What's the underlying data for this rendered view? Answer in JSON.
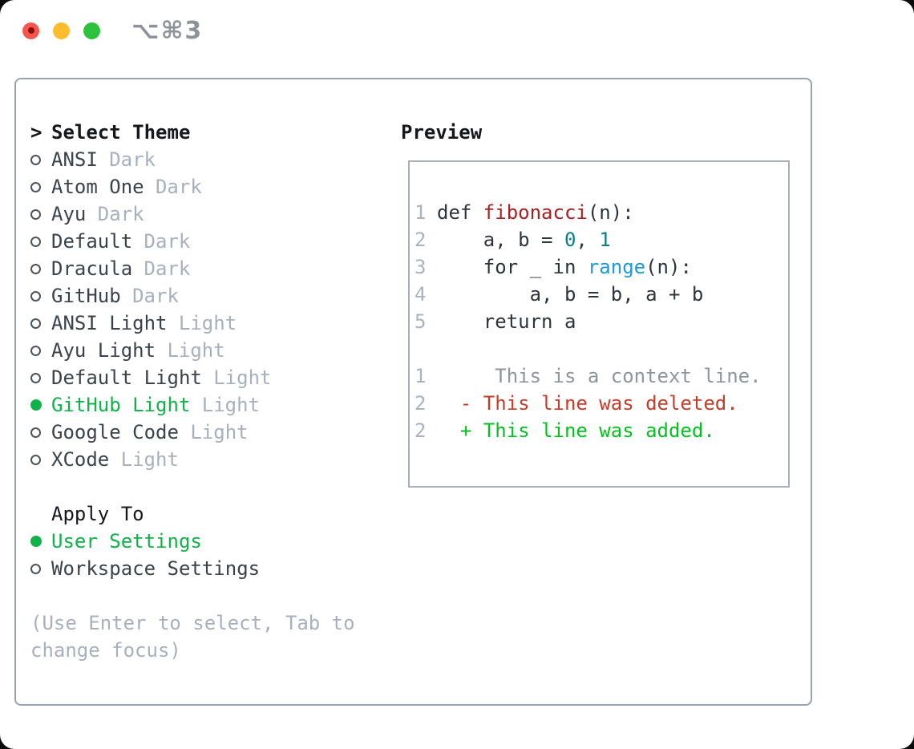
{
  "window": {
    "shortcut": "⌥⌘3",
    "traffic_lights": [
      "close",
      "minimize",
      "zoom"
    ]
  },
  "picker": {
    "prompt": ">",
    "title": "Select Theme",
    "themes": [
      {
        "name": "ANSI",
        "variant": "Dark",
        "selected": false
      },
      {
        "name": "Atom One",
        "variant": "Dark",
        "selected": false
      },
      {
        "name": "Ayu",
        "variant": "Dark",
        "selected": false
      },
      {
        "name": "Default",
        "variant": "Dark",
        "selected": false
      },
      {
        "name": "Dracula",
        "variant": "Dark",
        "selected": false
      },
      {
        "name": "GitHub",
        "variant": "Dark",
        "selected": false
      },
      {
        "name": "ANSI Light",
        "variant": "Light",
        "selected": false
      },
      {
        "name": "Ayu Light",
        "variant": "Light",
        "selected": false
      },
      {
        "name": "Default Light",
        "variant": "Light",
        "selected": false
      },
      {
        "name": "GitHub Light",
        "variant": "Light",
        "selected": true
      },
      {
        "name": "Google Code",
        "variant": "Light",
        "selected": false
      },
      {
        "name": "XCode",
        "variant": "Light",
        "selected": false
      }
    ],
    "apply_to": {
      "title": "Apply To",
      "options": [
        {
          "label": "User Settings",
          "selected": true
        },
        {
          "label": "Workspace Settings",
          "selected": false
        }
      ]
    },
    "hint_lines": [
      "(Use Enter to select, Tab to",
      "change focus)"
    ]
  },
  "preview": {
    "title": "Preview",
    "code_lines": [
      {
        "num": "1",
        "segments": [
          {
            "t": "def ",
            "c": "plain"
          },
          {
            "t": "fibonacci",
            "c": "func"
          },
          {
            "t": "(n):",
            "c": "plain"
          }
        ]
      },
      {
        "num": "2",
        "segments": [
          {
            "t": "    a, b = ",
            "c": "plain"
          },
          {
            "t": "0",
            "c": "num"
          },
          {
            "t": ", ",
            "c": "plain"
          },
          {
            "t": "1",
            "c": "num"
          }
        ]
      },
      {
        "num": "3",
        "segments": [
          {
            "t": "    for _ in ",
            "c": "plain"
          },
          {
            "t": "range",
            "c": "builtin"
          },
          {
            "t": "(n):",
            "c": "plain"
          }
        ]
      },
      {
        "num": "4",
        "segments": [
          {
            "t": "        a, b = b, a + b",
            "c": "plain"
          }
        ]
      },
      {
        "num": "5",
        "segments": [
          {
            "t": "    return a",
            "c": "plain"
          }
        ]
      },
      {
        "num": "",
        "segments": []
      },
      {
        "num": "1",
        "segments": [
          {
            "t": "     This is a context line.",
            "c": "context"
          }
        ]
      },
      {
        "num": "2",
        "segments": [
          {
            "t": "  - This line was deleted.",
            "c": "deleted"
          }
        ]
      },
      {
        "num": "2",
        "segments": [
          {
            "t": "  + This line was added.",
            "c": "added"
          }
        ]
      }
    ]
  },
  "colors": {
    "text-strong": "#16181d",
    "text-item": "#3b424c",
    "text-muted": "#a8b0bd",
    "radio-outline": "#4d545e",
    "green-sel": "#12b24a",
    "panel-border": "#99a2b0",
    "preview-border": "#a9afb9",
    "ln": "#a9b2c0",
    "context-gray": "#8d959d",
    "code-plain": "#2e343c",
    "func-red": "#a62121",
    "num-teal": "#0c7e88",
    "builtin-blue": "#1f9ad6",
    "del-red": "#c73b29",
    "add-green": "#05c120",
    "titlebar-gray": "#8f9399",
    "light-red": "#f4574e",
    "light-red-dot": "#8c0f0c",
    "light-yellow": "#fbbd2d",
    "light-green": "#2dc23e"
  }
}
